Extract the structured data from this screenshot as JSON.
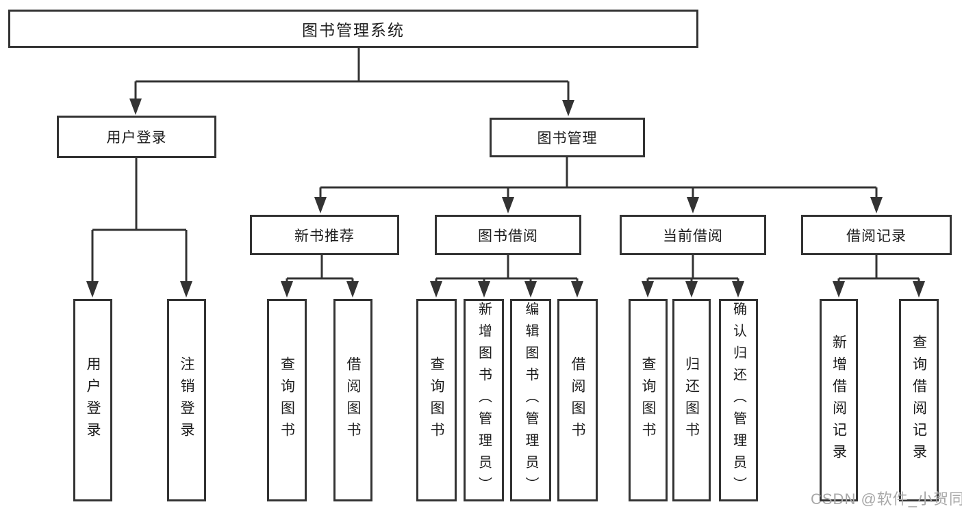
{
  "diagram": {
    "title": "图书管理系统",
    "level2": {
      "user_login": "用户登录",
      "book_management": "图书管理"
    },
    "level3": {
      "new_book_recommend": "新书推荐",
      "book_borrowing": "图书借阅",
      "current_borrowing": "当前借阅",
      "borrowing_records": "借阅记录"
    },
    "leaves": {
      "login": "用户登录",
      "logout": "注销登录",
      "nbr_query_books": "查询图书",
      "nbr_borrow_books": "借阅图书",
      "bb_query_books": "查询图书",
      "bb_add_books_admin": "新增图书（管理员）",
      "bb_edit_books_admin": "编辑图书（管理员）",
      "bb_borrow_books": "借阅图书",
      "cb_query_books": "查询图书",
      "cb_return_books": "归还图书",
      "cb_confirm_return_admin": "确认归还（管理员）",
      "br_add_record": "新增借阅记录",
      "br_query_record": "查询借阅记录"
    }
  },
  "watermark": "CSDN @软件_小贺同学",
  "colors": {
    "line": "#333333",
    "text": "#1c1c1c",
    "watermark": "#a8a8a8",
    "background": "#ffffff"
  }
}
